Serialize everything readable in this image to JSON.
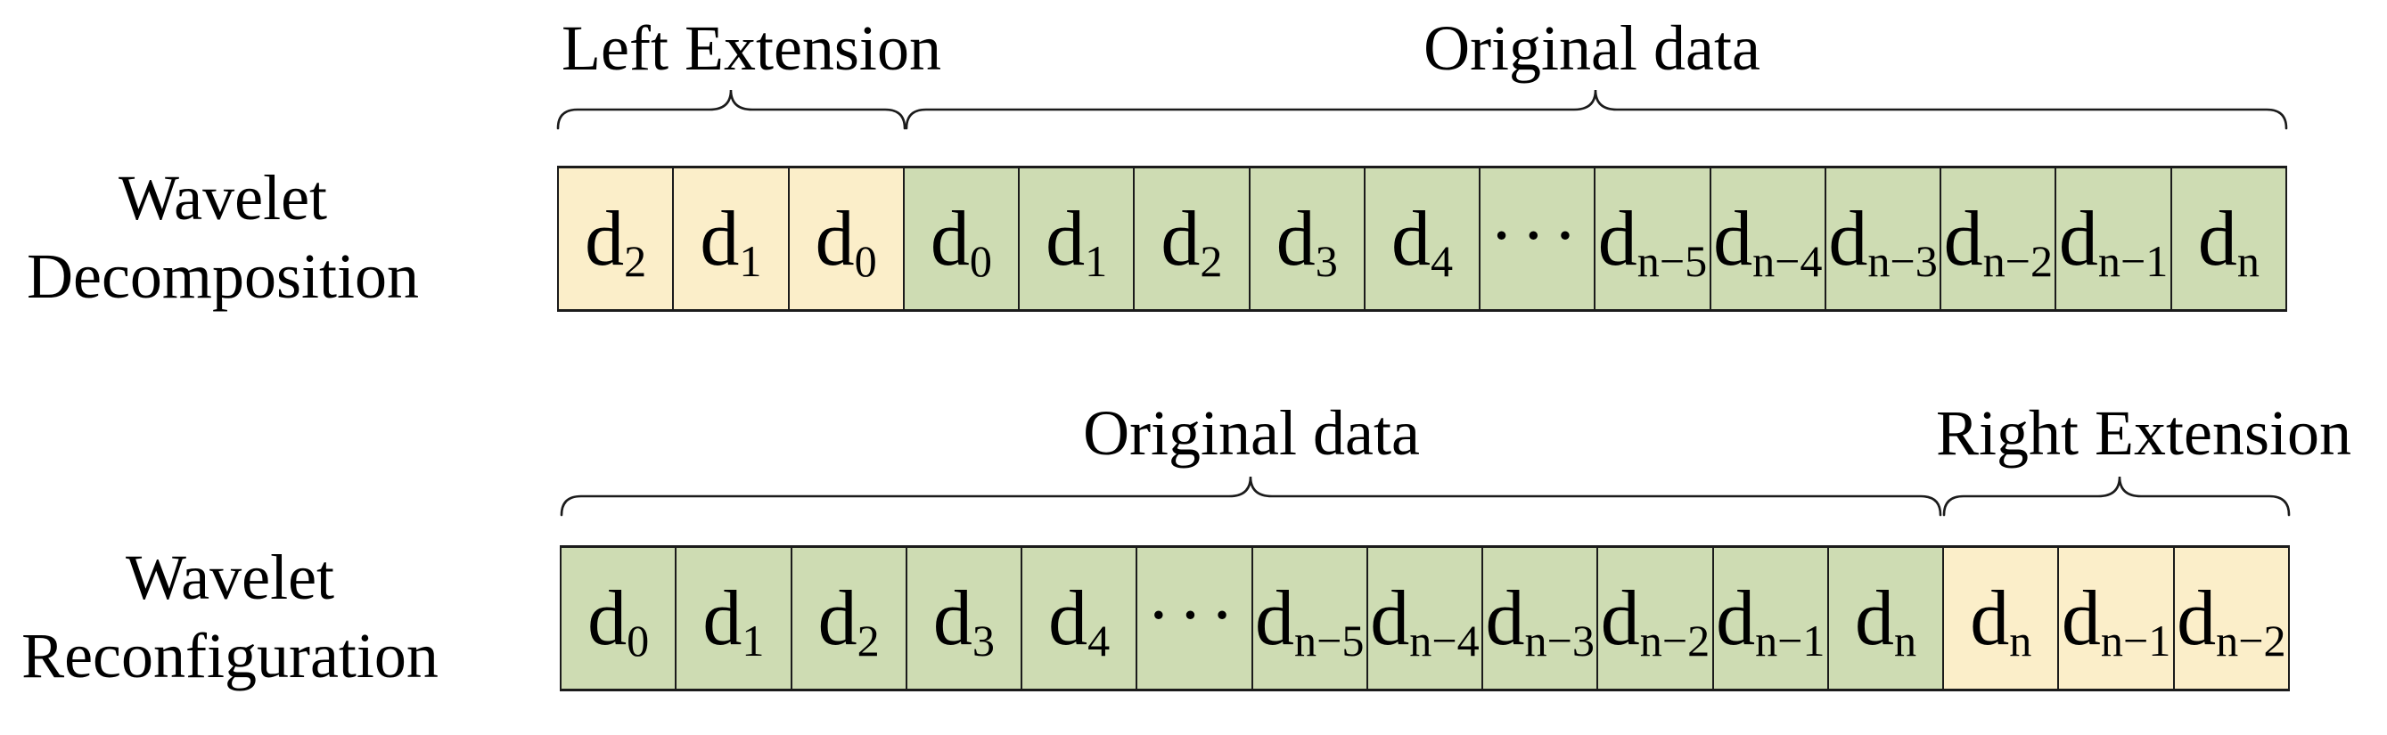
{
  "colors": {
    "extension_fill": "#FBEEC9",
    "original_fill": "#CEDCB3",
    "border": "#1B1B1B",
    "text": "#000000",
    "background": "#FFFFFF"
  },
  "decomposition": {
    "row_label_line1": "Wavelet",
    "row_label_line2": "Decomposition",
    "left_brace_label": "Left Extension",
    "right_brace_label": "Original data",
    "cells": [
      {
        "base": "d",
        "sub": "2"
      },
      {
        "base": "d",
        "sub": "1"
      },
      {
        "base": "d",
        "sub": "0"
      },
      {
        "base": "d",
        "sub": "0"
      },
      {
        "base": "d",
        "sub": "1"
      },
      {
        "base": "d",
        "sub": "2"
      },
      {
        "base": "d",
        "sub": "3"
      },
      {
        "base": "d",
        "sub": "4"
      },
      {
        "base": "···",
        "sub": ""
      },
      {
        "base": "d",
        "sub": "n−5"
      },
      {
        "base": "d",
        "sub": "n−4"
      },
      {
        "base": "d",
        "sub": "n−3"
      },
      {
        "base": "d",
        "sub": "n−2"
      },
      {
        "base": "d",
        "sub": "n−1"
      },
      {
        "base": "d",
        "sub": "n"
      }
    ]
  },
  "reconfiguration": {
    "row_label_line1": "Wavelet",
    "row_label_line2": "Reconfiguration",
    "left_brace_label": "Original data",
    "right_brace_label": "Right Extension",
    "cells": [
      {
        "base": "d",
        "sub": "0"
      },
      {
        "base": "d",
        "sub": "1"
      },
      {
        "base": "d",
        "sub": "2"
      },
      {
        "base": "d",
        "sub": "3"
      },
      {
        "base": "d",
        "sub": "4"
      },
      {
        "base": "···",
        "sub": ""
      },
      {
        "base": "d",
        "sub": "n−5"
      },
      {
        "base": "d",
        "sub": "n−4"
      },
      {
        "base": "d",
        "sub": "n−3"
      },
      {
        "base": "d",
        "sub": "n−2"
      },
      {
        "base": "d",
        "sub": "n−1"
      },
      {
        "base": "d",
        "sub": "n"
      },
      {
        "base": "d",
        "sub": "n"
      },
      {
        "base": "d",
        "sub": "n−1"
      },
      {
        "base": "d",
        "sub": "n−2"
      }
    ]
  }
}
